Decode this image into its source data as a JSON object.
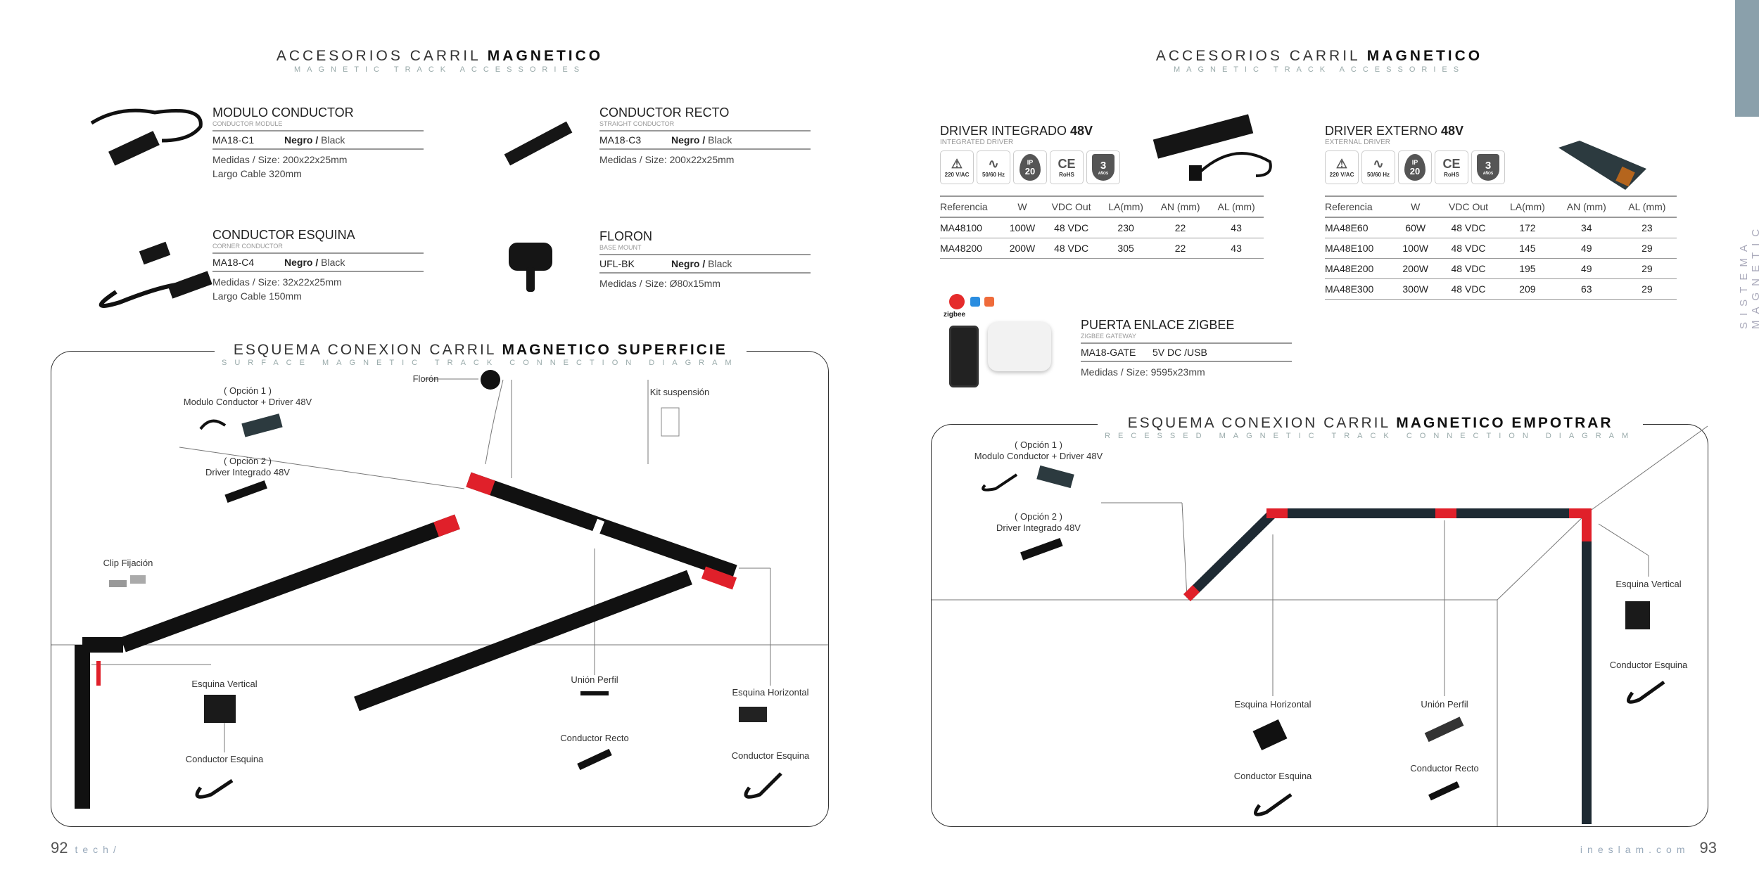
{
  "left_page": {
    "header": {
      "title_light": "ACCESORIOS CARRIL ",
      "title_bold": "MAGNETICO",
      "subtitle": "MAGNETIC TRACK ACCESSORIES"
    },
    "products": [
      {
        "name": "MODULO CONDUCTOR",
        "sub": "CONDUCTOR MODULE",
        "ref": "MA18-C1",
        "color_es": "Negro /",
        "color_en": " Black",
        "size": "Medidas / Size: 200x22x25mm",
        "extra": "Largo Cable 320mm"
      },
      {
        "name": "CONDUCTOR RECTO",
        "sub": "STRAIGHT CONDUCTOR",
        "ref": "MA18-C3",
        "color_es": "Negro /",
        "color_en": " Black",
        "size": "Medidas / Size: 200x22x25mm",
        "extra": ""
      },
      {
        "name": "CONDUCTOR ESQUINA",
        "sub": "CORNER CONDUCTOR",
        "ref": "MA18-C4",
        "color_es": "Negro /",
        "color_en": " Black",
        "size": "Medidas / Size: 32x22x25mm",
        "extra": "Largo Cable 150mm"
      },
      {
        "name": "FLORON",
        "sub": "BASE MOUNT",
        "ref": "UFL-BK",
        "color_es": "Negro /",
        "color_en": " Black",
        "size": "Medidas / Size: Ø80x15mm",
        "extra": ""
      }
    ],
    "diagram": {
      "title_light": "ESQUEMA CONEXION CARRIL ",
      "title_bold": "MAGNETICO SUPERFICIE",
      "subtitle": "SURFACE MAGNETIC TRACK CONNECTION DIAGRAM",
      "labels": {
        "opt1": "( Opción 1 )",
        "opt1_desc": "Modulo Conductor + Driver 48V",
        "opt2": "( Opción 2 )",
        "opt2_desc": "Driver Integrado 48V",
        "floron": "Florón",
        "kit": "Kit suspensión",
        "clip": "Clip Fijación",
        "esq_vert": "Esquina Vertical",
        "cond_esq_1": "Conductor Esquina",
        "union": "Unión Perfil",
        "cond_recto": "Conductor Recto",
        "esq_horiz": "Esquina Horizontal",
        "cond_esq_2": "Conductor Esquina"
      }
    },
    "footer": {
      "page": "92",
      "section": "tech/"
    }
  },
  "right_page": {
    "header": {
      "title_light": "ACCESORIOS CARRIL ",
      "title_bold": "MAGNETICO",
      "subtitle": "MAGNETIC TRACK ACCESSORIES"
    },
    "badges": [
      {
        "glyph": "⚠",
        "label": "220 V/AC"
      },
      {
        "glyph": "∿",
        "label": "50/60 Hz"
      },
      {
        "glyph": "IP",
        "label": "20"
      },
      {
        "glyph": "CE",
        "label": "RoHS"
      },
      {
        "glyph": "3",
        "label": "AÑOS"
      }
    ],
    "driver_int": {
      "name": "DRIVER INTEGRADO ",
      "volt": "48V",
      "sub": "INTEGRATED DRIVER",
      "columns": [
        "Referencia",
        "W",
        "VDC Out",
        "LA(mm)",
        "AN (mm)",
        "AL (mm)"
      ],
      "rows": [
        [
          "MA48100",
          "100W",
          "48 VDC",
          "230",
          "22",
          "43"
        ],
        [
          "MA48200",
          "200W",
          "48 VDC",
          "305",
          "22",
          "43"
        ]
      ]
    },
    "driver_ext": {
      "name": "DRIVER EXTERNO ",
      "volt": "48V",
      "sub": "EXTERNAL DRIVER",
      "columns": [
        "Referencia",
        "W",
        "VDC Out",
        "LA(mm)",
        "AN (mm)",
        "AL (mm)"
      ],
      "rows": [
        [
          "MA48E60",
          "60W",
          "48 VDC",
          "172",
          "34",
          "23"
        ],
        [
          "MA48E100",
          "100W",
          "48 VDC",
          "145",
          "49",
          "29"
        ],
        [
          "MA48E200",
          "200W",
          "48 VDC",
          "195",
          "49",
          "29"
        ],
        [
          "MA48E300",
          "300W",
          "48 VDC",
          "209",
          "63",
          "29"
        ]
      ]
    },
    "zigbee": {
      "name": "PUERTA ENLACE ZIGBEE",
      "sub": "ZIGBEE GATEWAY",
      "ref": "MA18-GATE",
      "power": "5V DC /USB",
      "size": "Medidas / Size: 9595x23mm",
      "logo": "zigbee"
    },
    "diagram": {
      "title_light": "ESQUEMA CONEXION CARRIL ",
      "title_bold": "MAGNETICO EMPOTRAR",
      "subtitle": "RECESSED MAGNETIC TRACK CONNECTION DIAGRAM",
      "labels": {
        "opt1": "( Opción 1 )",
        "opt1_desc": "Modulo Conductor + Driver 48V",
        "opt2": "( Opción 2 )",
        "opt2_desc": "Driver Integrado 48V",
        "esq_vert": "Esquina Vertical",
        "cond_esq_1": "Conductor Esquina",
        "esq_horiz": "Esquina Horizontal",
        "cond_esq_2": "Conductor Esquina",
        "union": "Unión Perfil",
        "cond_recto": "Conductor Recto"
      }
    },
    "side_tab": "SISTEMA MAGNETIC",
    "footer": {
      "site": "ineslam.com",
      "page": "93"
    }
  },
  "colors": {
    "accent_red": "#e0202a",
    "side_tab": "#8aa0ab"
  }
}
